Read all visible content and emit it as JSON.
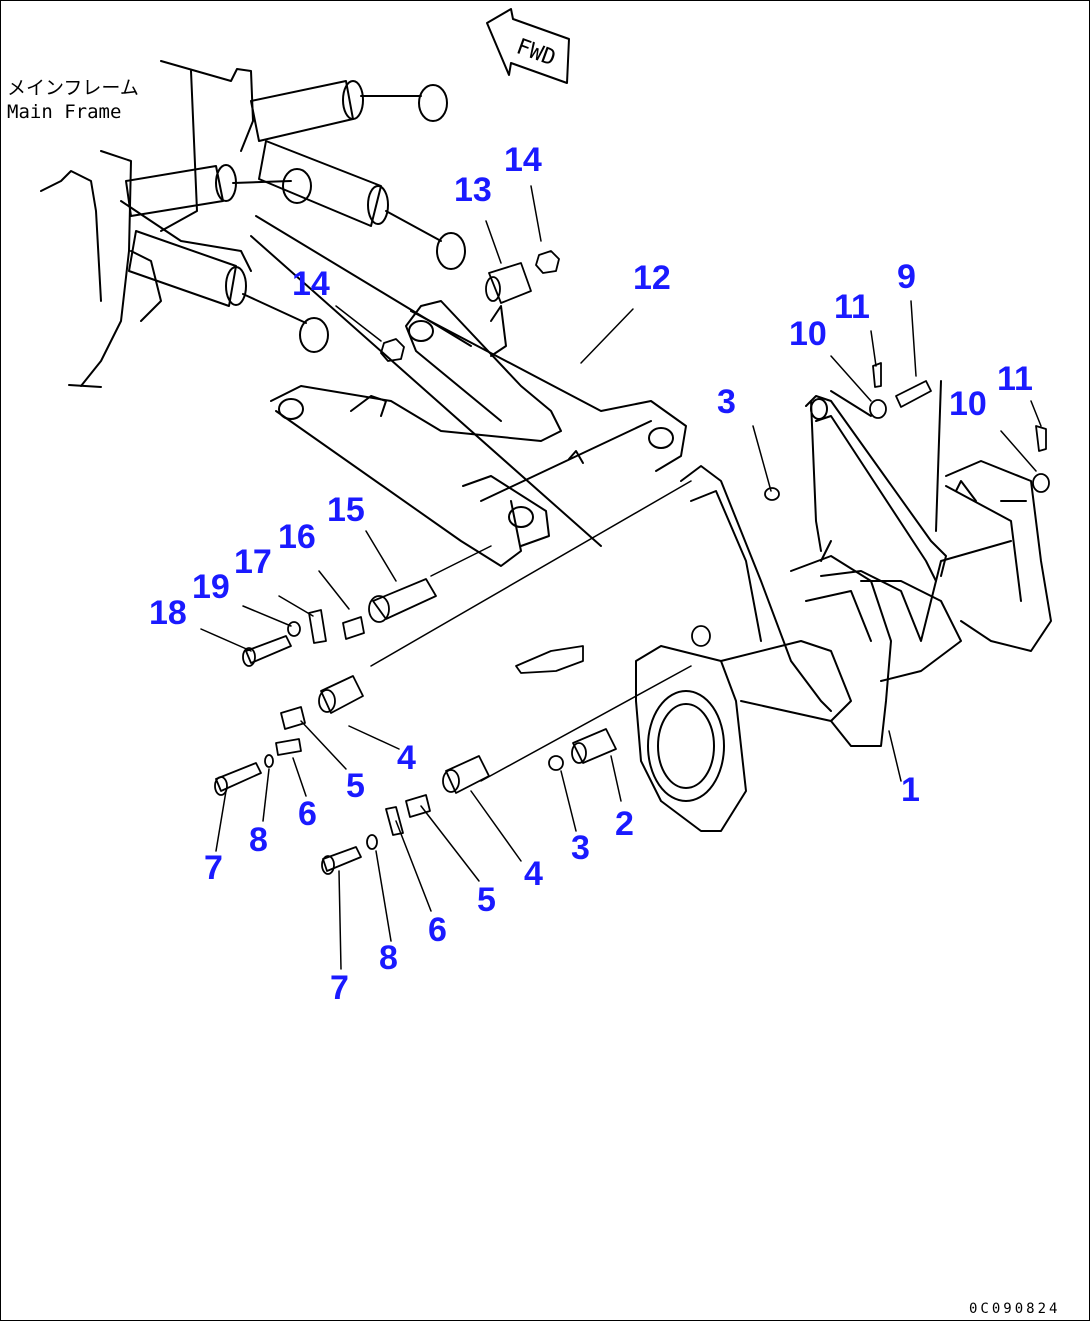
{
  "frame_label": {
    "ja": "メインフレーム",
    "en": "Main Frame"
  },
  "direction_label": "FWD",
  "drawing_code": "0C090824",
  "callouts": {
    "c1": "1",
    "c2": "2",
    "c3a": "3",
    "c3b": "3",
    "c4a": "4",
    "c4b": "4",
    "c5a": "5",
    "c5b": "5",
    "c6a": "6",
    "c6b": "6",
    "c7a": "7",
    "c7b": "7",
    "c8a": "8",
    "c8b": "8",
    "c9": "9",
    "c10a": "10",
    "c10b": "10",
    "c11a": "11",
    "c11b": "11",
    "c12": "12",
    "c13": "13",
    "c14a": "14",
    "c14b": "14",
    "c15": "15",
    "c16": "16",
    "c17": "17",
    "c18": "18",
    "c19": "19"
  },
  "colors": {
    "callout": "#1a1aff",
    "line": "#000000",
    "background": "#ffffff"
  }
}
